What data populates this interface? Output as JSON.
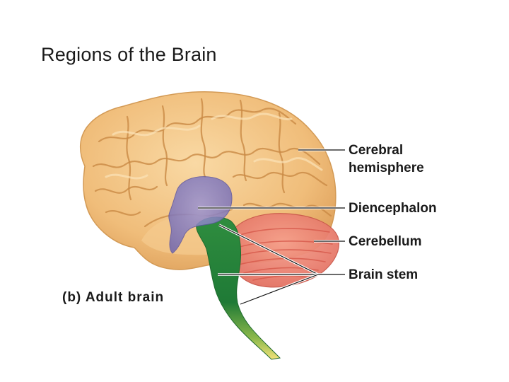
{
  "slide": {
    "title": "Regions of the Brain"
  },
  "figure": {
    "caption": "(b) Adult brain",
    "labels": {
      "cerebral_line1": "Cerebral",
      "cerebral_line2": "hemisphere",
      "diencephalon": "Diencephalon",
      "cerebellum": "Cerebellum",
      "brain_stem": "Brain stem"
    },
    "colors": {
      "cerebrum": "#f2c07c",
      "diencephalon": "#8a7fc4",
      "cerebellum": "#ef8a7a",
      "brain_stem": "#3d9a4c",
      "spinal_cord_tip": "#f0df6a"
    }
  }
}
